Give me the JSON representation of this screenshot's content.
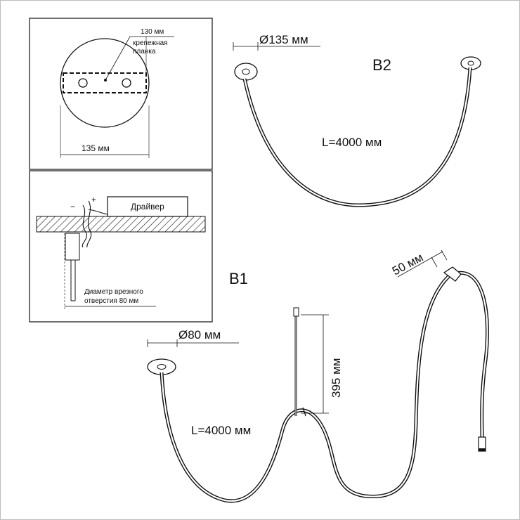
{
  "mounting_plate": {
    "plate_length": "130 мм",
    "plate_label_line1": "крепежная",
    "plate_label_line2": "планка",
    "base_diameter": "135 мм"
  },
  "installation": {
    "driver_label": "Драйвер",
    "minus_sign": "−",
    "plus_sign": "+",
    "hole_label_line1": "Диаметр врезного",
    "hole_label_line2": "отверстия 80 мм"
  },
  "variant_b2": {
    "name": "B2",
    "canopy_diameter": "Ø135 мм",
    "length": "L=4000 мм"
  },
  "variant_b1": {
    "name": "B1",
    "canopy_diameter": "Ø80 мм",
    "length": "L=4000 мм",
    "drop_height": "395 мм",
    "end_width": "50 мм"
  }
}
